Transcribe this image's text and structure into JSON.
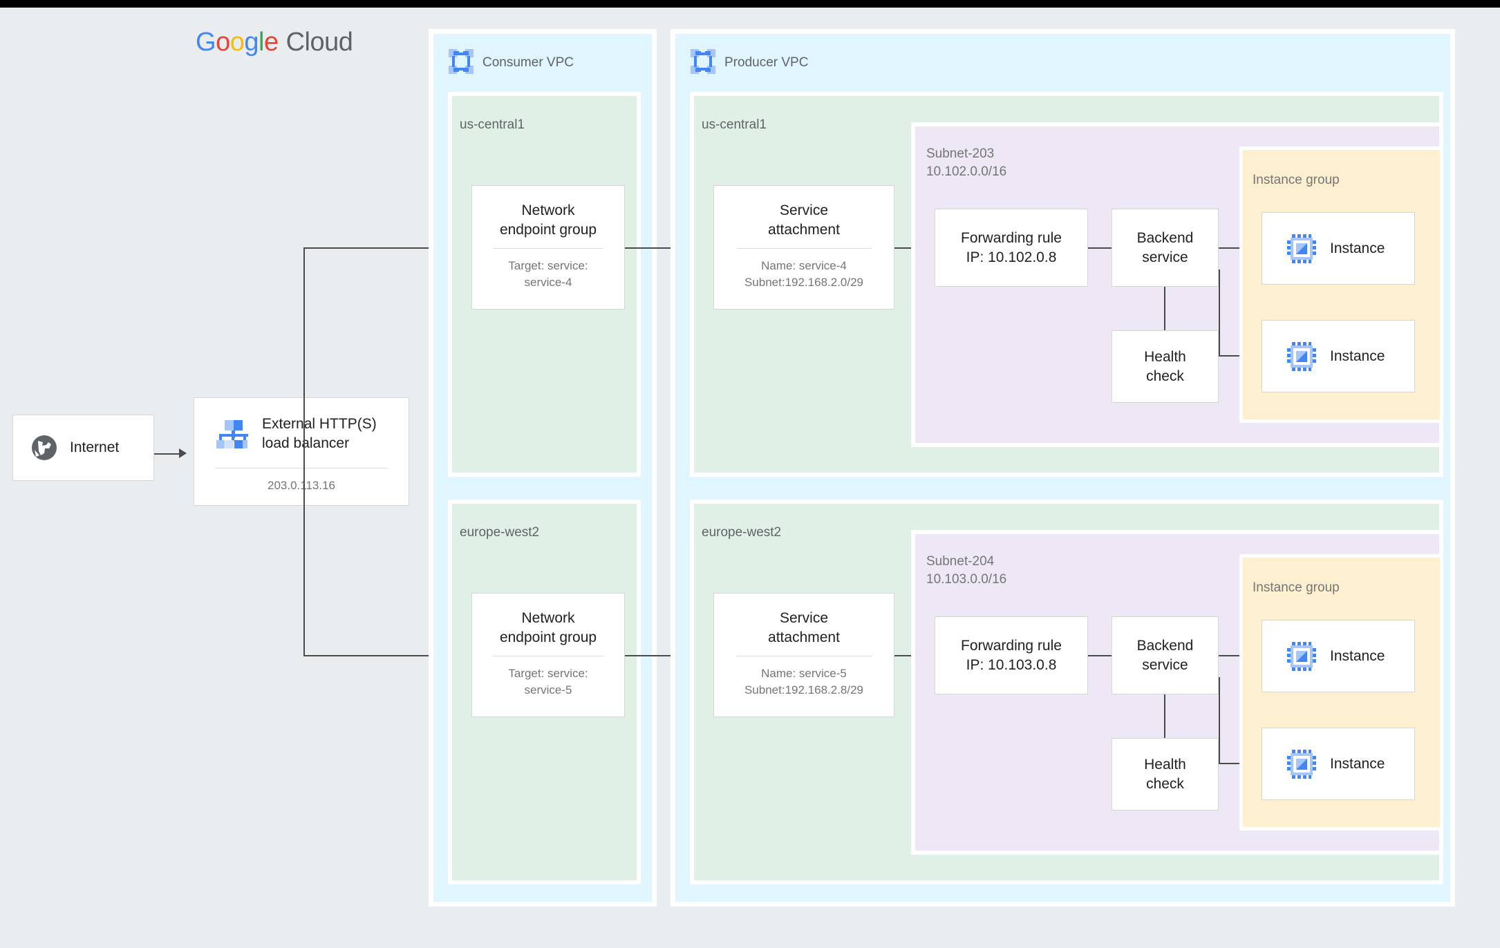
{
  "brand": {
    "g": "G",
    "o1": "o",
    "o2": "o",
    "g2": "g",
    "l": "l",
    "e": "e",
    "cloud": "Cloud"
  },
  "internet": {
    "label": "Internet",
    "icon": "globe-icon"
  },
  "load_balancer": {
    "title_line1": "External HTTP(S)",
    "title_line2": "load balancer",
    "ip": "203.0.113.16",
    "icon": "load-balancer-icon"
  },
  "consumer_vpc": {
    "label": "Consumer VPC",
    "icon": "vpc-icon",
    "regions": [
      {
        "name": "us-central1",
        "neg": {
          "title_line1": "Network",
          "title_line2": "endpoint group",
          "sub_line1": "Target: service:",
          "sub_line2": "service-4"
        }
      },
      {
        "name": "europe-west2",
        "neg": {
          "title_line1": "Network",
          "title_line2": "endpoint group",
          "sub_line1": "Target: service:",
          "sub_line2": "service-5"
        }
      }
    ]
  },
  "producer_vpc": {
    "label": "Producer VPC",
    "icon": "vpc-icon",
    "regions": [
      {
        "name": "us-central1",
        "service_attachment": {
          "title_line1": "Service",
          "title_line2": "attachment",
          "sub_line1": "Name: service-4",
          "sub_line2": "Subnet:192.168.2.0/29"
        },
        "subnet": {
          "name": "Subnet-203",
          "cidr": "10.102.0.0/16"
        },
        "forwarding_rule": {
          "title_line1": "Forwarding rule",
          "title_line2": "IP: 10.102.0.8"
        },
        "backend_service": {
          "title_line1": "Backend",
          "title_line2": "service"
        },
        "health_check": {
          "title_line1": "Health",
          "title_line2": "check"
        },
        "instance_group": {
          "label": "Instance group",
          "instances": [
            {
              "label": "Instance"
            },
            {
              "label": "Instance"
            }
          ]
        }
      },
      {
        "name": "europe-west2",
        "service_attachment": {
          "title_line1": "Service",
          "title_line2": "attachment",
          "sub_line1": "Name: service-5",
          "sub_line2": "Subnet:192.168.2.8/29"
        },
        "subnet": {
          "name": "Subnet-204",
          "cidr": "10.103.0.0/16"
        },
        "forwarding_rule": {
          "title_line1": "Forwarding rule",
          "title_line2": "IP: 10.103.0.8"
        },
        "backend_service": {
          "title_line1": "Backend",
          "title_line2": "service"
        },
        "health_check": {
          "title_line1": "Health",
          "title_line2": "check"
        },
        "instance_group": {
          "label": "Instance group",
          "instances": [
            {
              "label": "Instance"
            },
            {
              "label": "Instance"
            }
          ]
        }
      }
    ]
  },
  "colors": {
    "page_bg": "#e9edf0",
    "vpc_bg": "#e1f5fe",
    "region_bg": "#e0f0e6",
    "subnet_bg": "#ede7f6",
    "instance_group_bg": "#fdf0d0",
    "card_bg": "#ffffff",
    "line": "#4a4a4a",
    "icon_blue": "#4285f4",
    "icon_blue_light": "#a6c6fb",
    "text_dark": "#202124",
    "text_muted": "#757575"
  }
}
